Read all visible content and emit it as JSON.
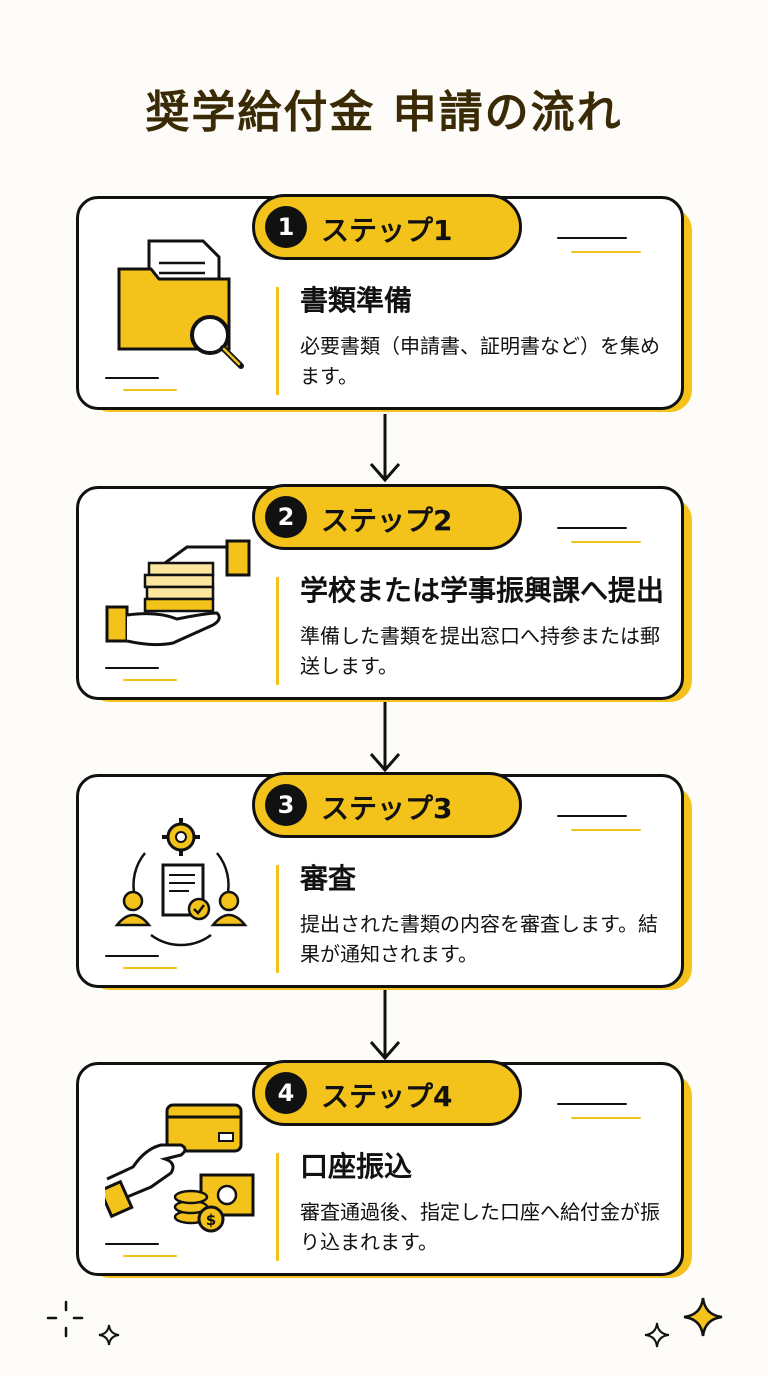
{
  "title": "奨学給付金 申請の流れ",
  "colors": {
    "accent": "#f3c21b",
    "ink": "#111111",
    "title": "#3a2a05"
  },
  "steps": [
    {
      "num": "1",
      "label": "ステップ1",
      "heading": "書類準備",
      "desc": "必要書類（申請書、証明書など）を集めます。",
      "icon": "folder-magnifier-icon"
    },
    {
      "num": "2",
      "label": "ステップ2",
      "heading": "学校または学事振興課へ提出",
      "desc": "準備した書類を提出窓口へ持参または郵送します。",
      "icon": "hand-documents-icon"
    },
    {
      "num": "3",
      "label": "ステップ3",
      "heading": "審査",
      "desc": "提出された書類の内容を審査します。結果が通知されます。",
      "icon": "review-cycle-icon"
    },
    {
      "num": "4",
      "label": "ステップ4",
      "heading": "口座振込",
      "desc": "審査通過後、指定した口座へ給付金が振り込まれます。",
      "icon": "card-money-icon"
    }
  ]
}
